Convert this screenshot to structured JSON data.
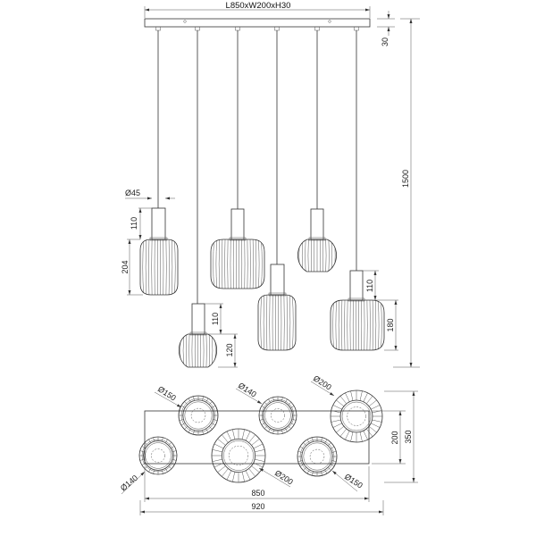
{
  "elevation": {
    "canopy_label": "L850xW200xH30",
    "canopy_height": "30",
    "total_height": "1500",
    "cord_diameter": "Ø45",
    "lamp1_socket": "110",
    "lamp1_shade": "204",
    "lamp2_socket": "110",
    "lamp2_shade": "120",
    "lamp6_socket": "110",
    "lamp6_shade": "180"
  },
  "plan": {
    "diameters": [
      "Ø150",
      "Ø140",
      "Ø200",
      "Ø140",
      "Ø200",
      "Ø150"
    ],
    "canopy_length": "850",
    "overall_length": "920",
    "canopy_width": "200",
    "overall_width": "350"
  },
  "colors": {
    "line": "#333333",
    "background": "#ffffff"
  }
}
